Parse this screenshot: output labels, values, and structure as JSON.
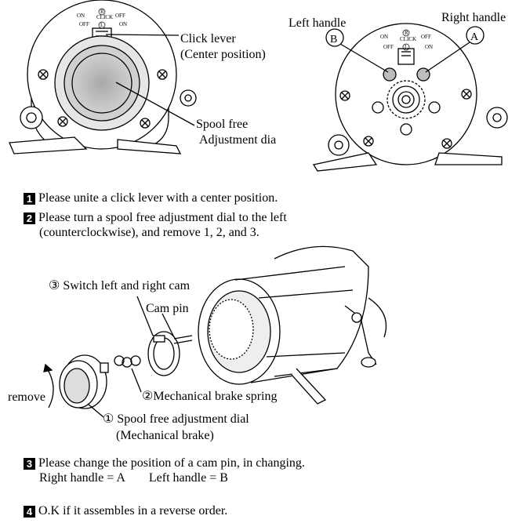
{
  "top_left": {
    "click_lever": "Click lever",
    "center_position": "(Center position)",
    "spool_free": "Spool free",
    "adjustment_dial": "Adjustment dia",
    "dial_marks": {
      "on": "ON",
      "off": "OFF",
      "click": "CLICK",
      "r": "R",
      "l": "L"
    }
  },
  "top_right": {
    "left_handle": "Left handle",
    "right_handle": "Right handle",
    "badge_b": "B",
    "badge_a": "A",
    "dial_marks": {
      "on": "ON",
      "off": "OFF",
      "click": "CLICK",
      "r": "R",
      "l": "L"
    }
  },
  "steps": [
    {
      "num": "1",
      "text": "Please unite a click lever with a center position."
    },
    {
      "num": "2",
      "line1": "Please turn a spool free adjustment dial to the left",
      "line2": "(counterclockwise), and remove 1, 2, and 3."
    },
    {
      "num": "3",
      "line1": "Please change the position of a cam pin, in changing.",
      "line2a": "Right handle = A",
      "line2b": "Left handle = B"
    },
    {
      "num": "4",
      "text": "O.K if it assembles in a reverse order."
    }
  ],
  "exploded": {
    "switch_cam": "③ Switch left and right cam",
    "cam_pin": "Cam pin",
    "brake_spring": "②Mechanical brake spring",
    "remove": "remove",
    "dial_label": "① Spool free adjustment dial",
    "dial_sub": "(Mechanical brake)"
  }
}
